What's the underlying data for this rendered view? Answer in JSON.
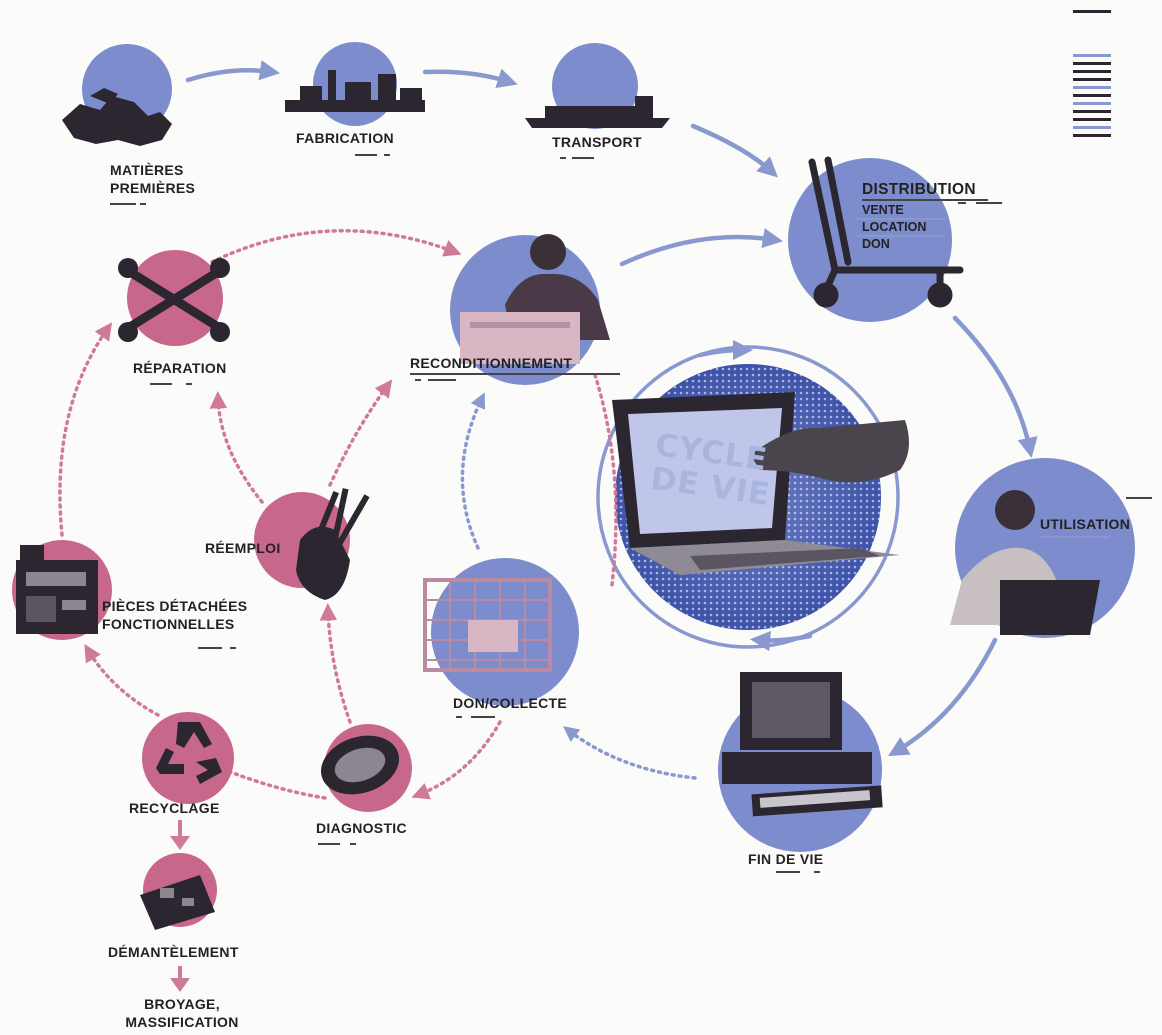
{
  "colors": {
    "blue": "#7c8ccc",
    "blue_arrow": "#8a98d0",
    "pink": "#c8678c",
    "pink_dot": "#cf7a9a",
    "ink": "#2b2630",
    "text": "#222222"
  },
  "steps": {
    "matieres_premieres": {
      "line1": "MATIÈRES",
      "line2": "PREMIÈRES",
      "icon": "ore-rocks-icon"
    },
    "fabrication": {
      "label": "FABRICATION",
      "icon": "factory-icon"
    },
    "transport": {
      "label": "TRANSPORT",
      "icon": "cargo-ship-icon"
    },
    "distribution": {
      "label": "DISTRIBUTION",
      "sub": [
        "VENTE",
        "LOCATION",
        "DON"
      ],
      "icon": "cart-icon"
    },
    "utilisation": {
      "label": "UTILISATION",
      "icon": "laptop-user-icon"
    },
    "fin_de_vie": {
      "label": "FIN DE VIE",
      "icon": "old-computer-icon"
    },
    "don_collecte": {
      "label": "DON/COLLECTE",
      "icon": "collection-cage-icon"
    },
    "reconditionnement": {
      "label": "RECONDITIONNEMENT",
      "icon": "technician-icon"
    },
    "reparation": {
      "label": "RÉPARATION",
      "icon": "wrenches-icon"
    },
    "reemploi": {
      "label": "RÉEMPLOI",
      "icon": "hand-tools-icon"
    },
    "pieces_detachees": {
      "line1": "PIÈCES DÉTACHÉES",
      "line2": "FONCTIONNELLES",
      "icon": "computer-parts-icon"
    },
    "recyclage": {
      "label": "RECYCLAGE",
      "icon": "recycle-icon"
    },
    "diagnostic": {
      "label": "DIAGNOSTIC",
      "icon": "fan-part-icon"
    },
    "demantelement": {
      "label": "DÉMANTÈLEMENT",
      "icon": "circuit-board-icon"
    },
    "broyage": {
      "line1": "BROYAGE,",
      "line2": "MASSIFICATION"
    }
  },
  "center": {
    "line1": "CYCLE",
    "line2": "DE VIE",
    "icon": "laptop-hand-icon"
  }
}
